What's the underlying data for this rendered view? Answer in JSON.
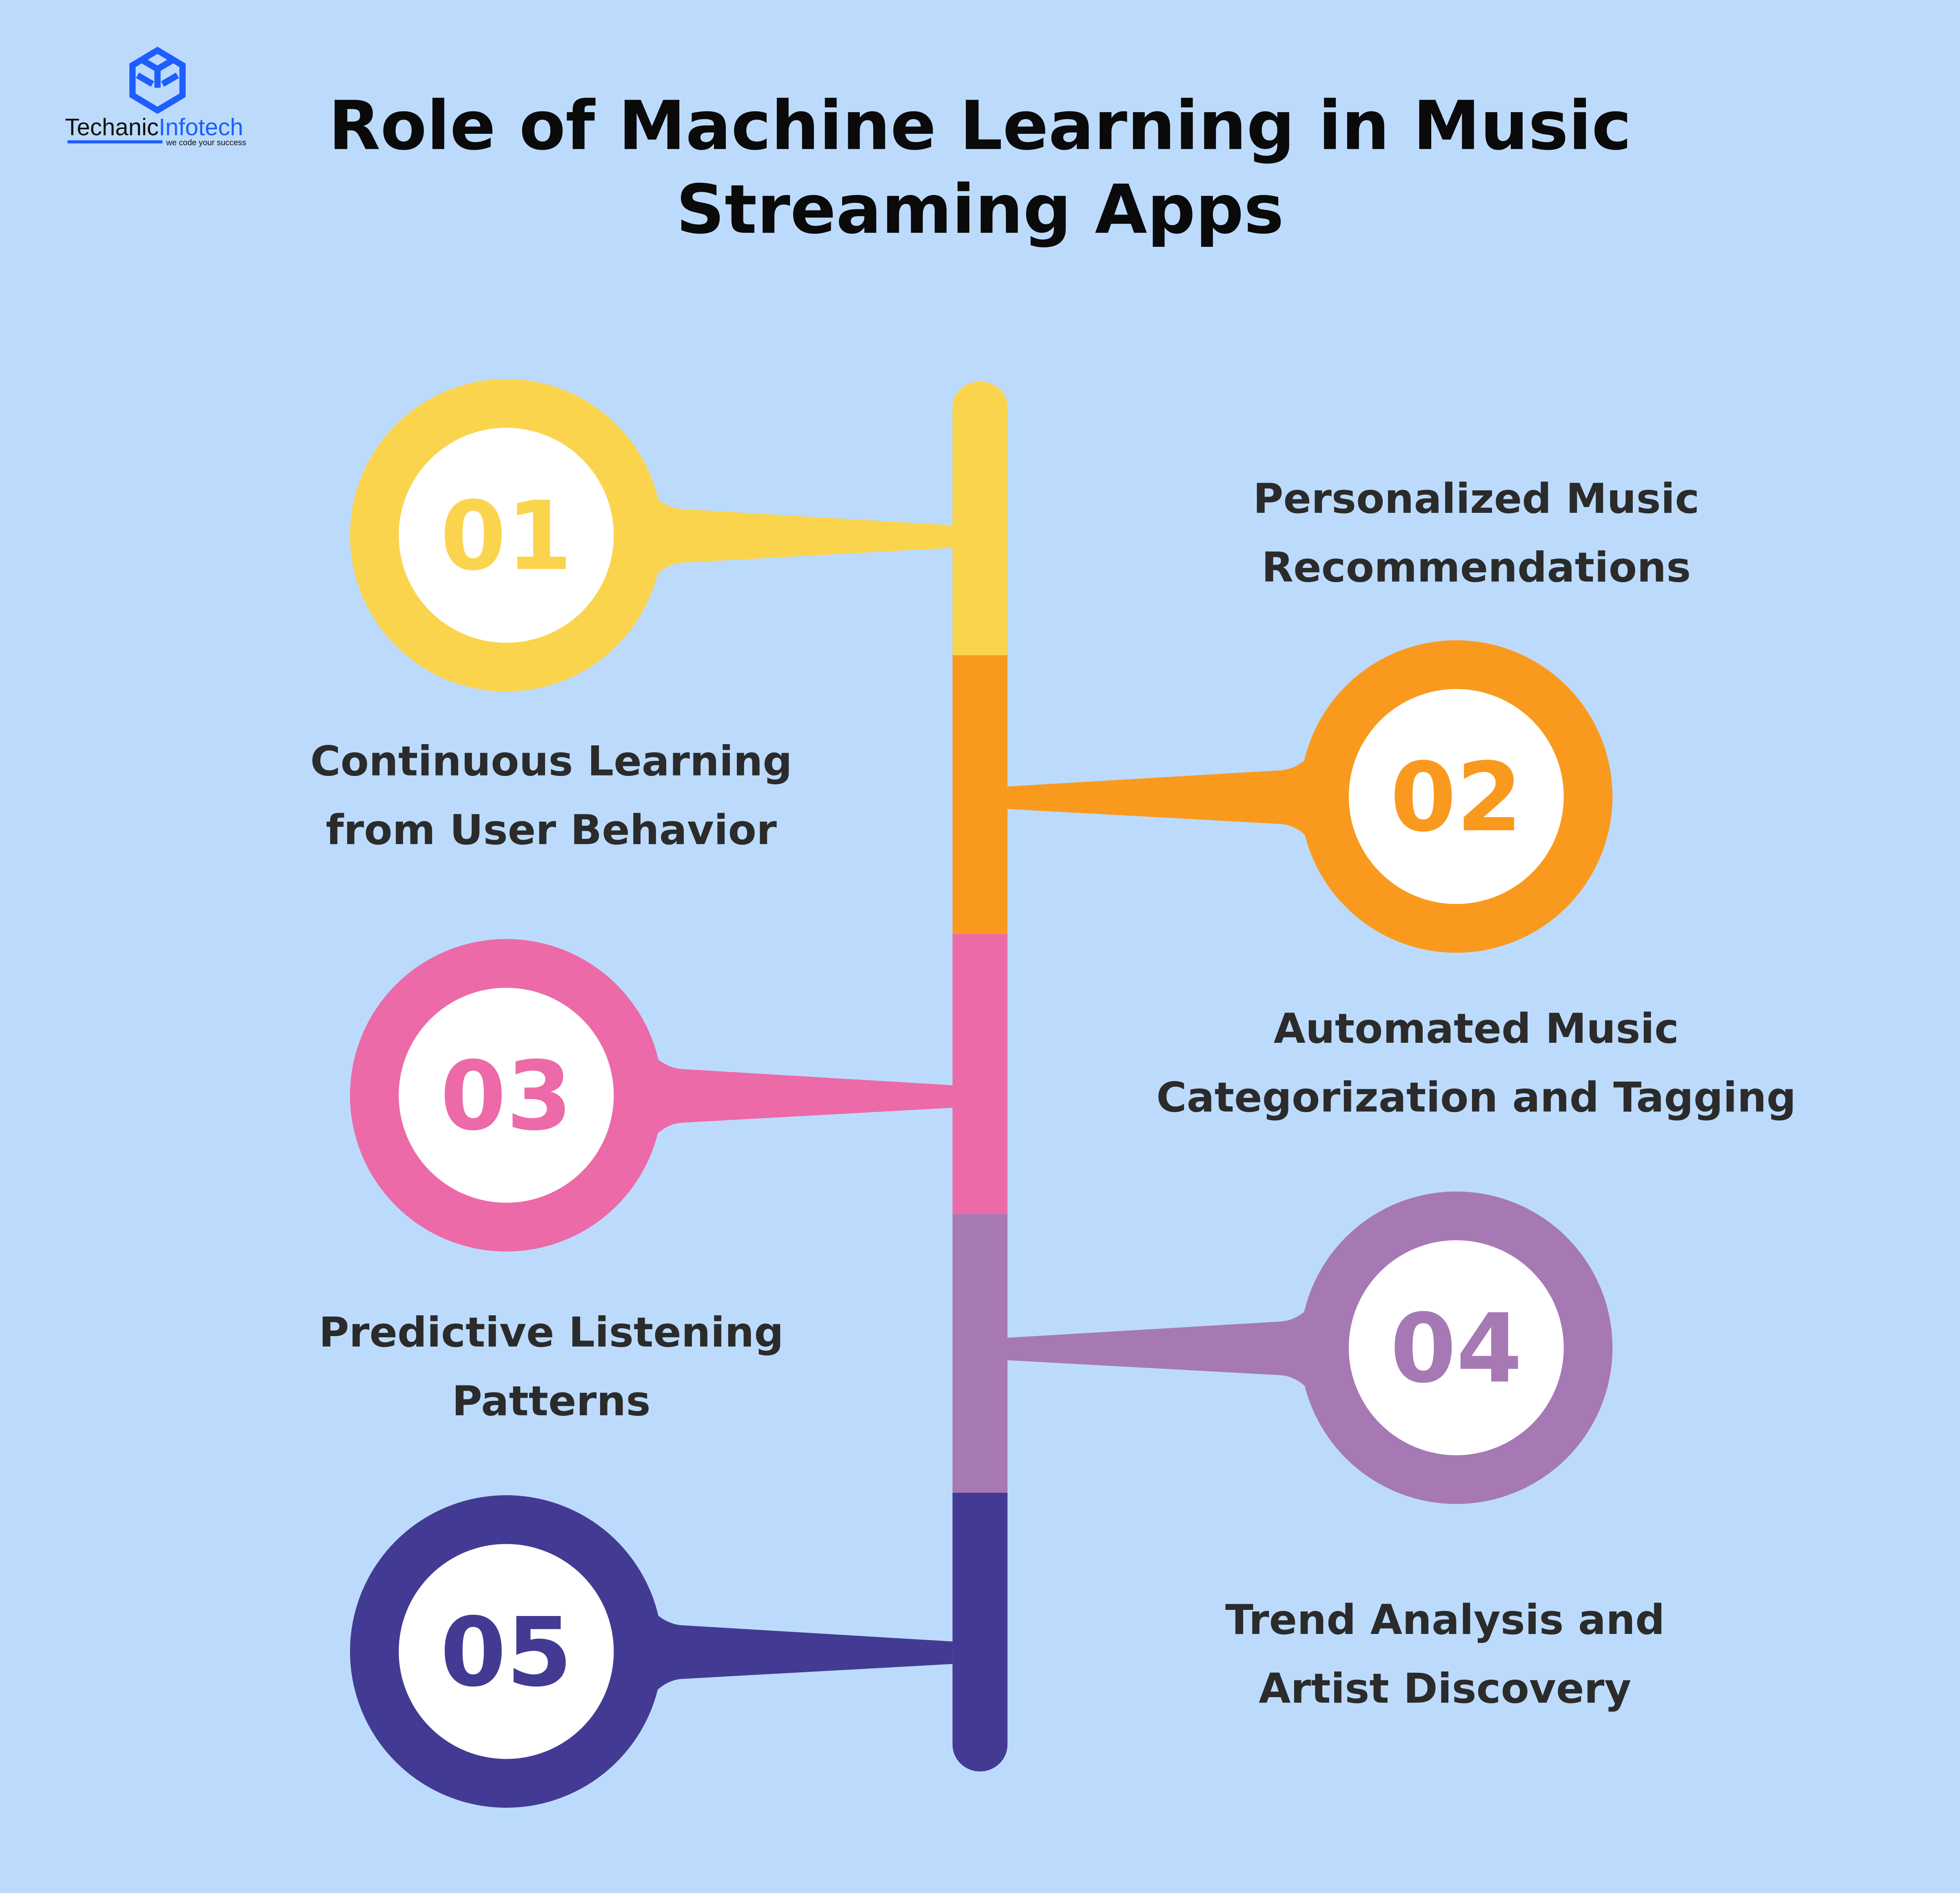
{
  "logo": {
    "name_part1": "Techanic",
    "name_part2": "Infotech",
    "tagline": "we code your success"
  },
  "title": {
    "line1": "Role of Machine Learning in Music",
    "line2": "Streaming Apps"
  },
  "colors": {
    "background": "#bcdbfc",
    "yellow": "#fbd44e",
    "orange": "#f99a1f",
    "pink": "#ec6aa8",
    "purple": "#a679b5",
    "navy": "#433b93",
    "brand": "#1e5eff"
  },
  "items": [
    {
      "number": "01",
      "line1": "Personalized Music",
      "line2": "Recommendations"
    },
    {
      "number": "02",
      "line1": "Continuous Learning",
      "line2": "from User Behavior"
    },
    {
      "number": "03",
      "line1": "Automated Music",
      "line2": "Categorization and Tagging"
    },
    {
      "number": "04",
      "line1": "Predictive Listening",
      "line2": "Patterns"
    },
    {
      "number": "05",
      "line1": "Trend Analysis and",
      "line2": "Artist Discovery"
    }
  ]
}
